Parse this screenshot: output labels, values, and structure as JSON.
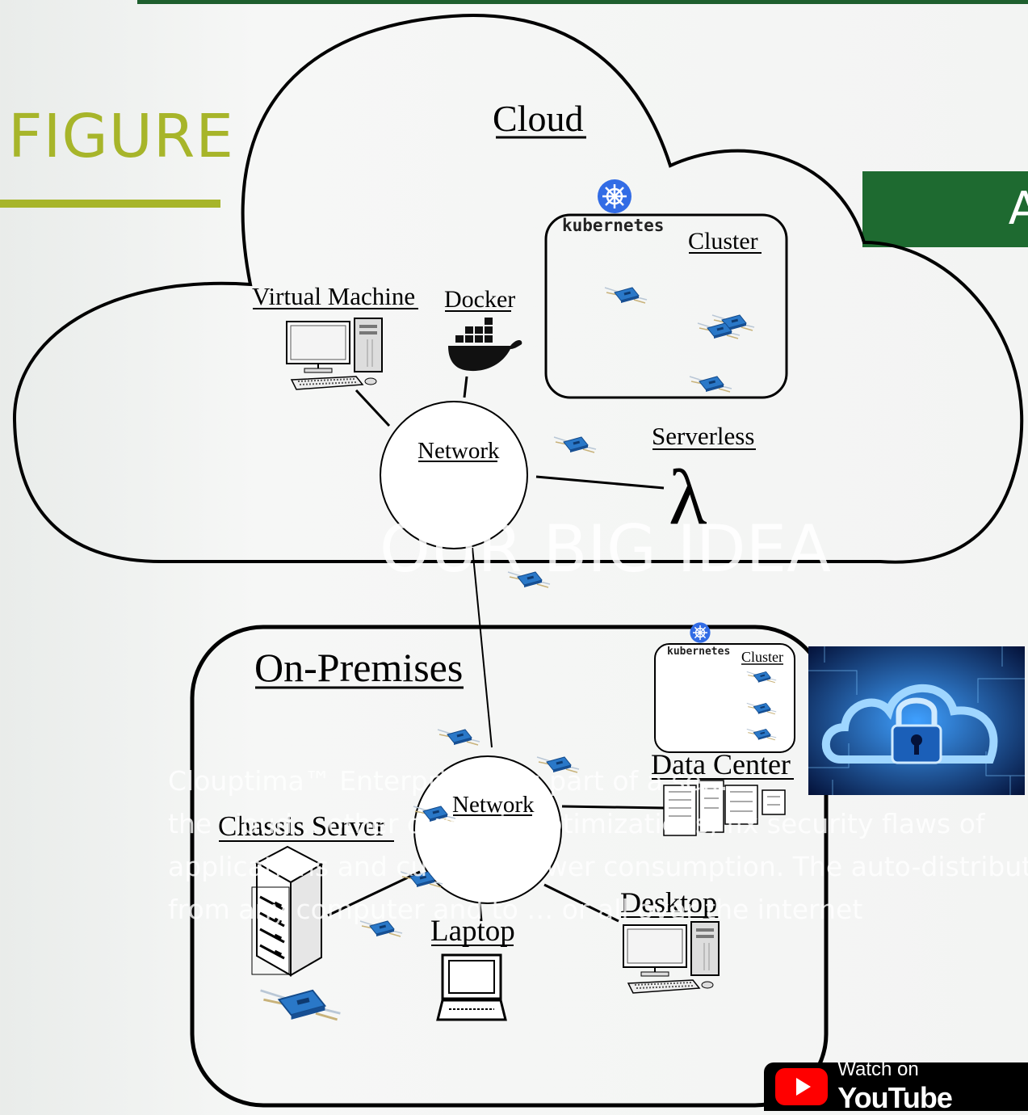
{
  "slide": {
    "heading": "FIGURE",
    "banner_letter": "A",
    "ghost_title": "OUR BIG IDEA",
    "ghost_lines": [
      "Clouptima™ Enterprise cuts part of a se…",
      "the cloud… other dynamic optimizations, fix security flaws of",
      "applications and cuts the power consumption. The auto-distribution w",
      "from any computer and to … or all over the internet"
    ]
  },
  "diagram": {
    "cloud_label": "Cloud",
    "virtual_machine_label": "Virtual Machine",
    "docker_label": "Docker",
    "kubernetes_word": "kubernetes",
    "cluster_label": "Cluster",
    "network_label": "Network",
    "serverless_label": "Serverless",
    "lambda_symbol": "λ",
    "onprem_label": "On-Premises",
    "onprem_kubernetes_word": "kubernetes",
    "onprem_cluster_label": "Cluster",
    "data_center_label": "Data Center",
    "onprem_network_label": "Network",
    "chassis_server_label": "Chassis Server",
    "laptop_label": "Laptop",
    "desktop_label": "Desktop"
  },
  "youtube": {
    "watch_on": "Watch on",
    "brand": "YouTube"
  },
  "colors": {
    "heading": "#a7b52a",
    "banner": "#1e6a30",
    "component": "#2a78c8",
    "kubernetes": "#326ce5"
  }
}
